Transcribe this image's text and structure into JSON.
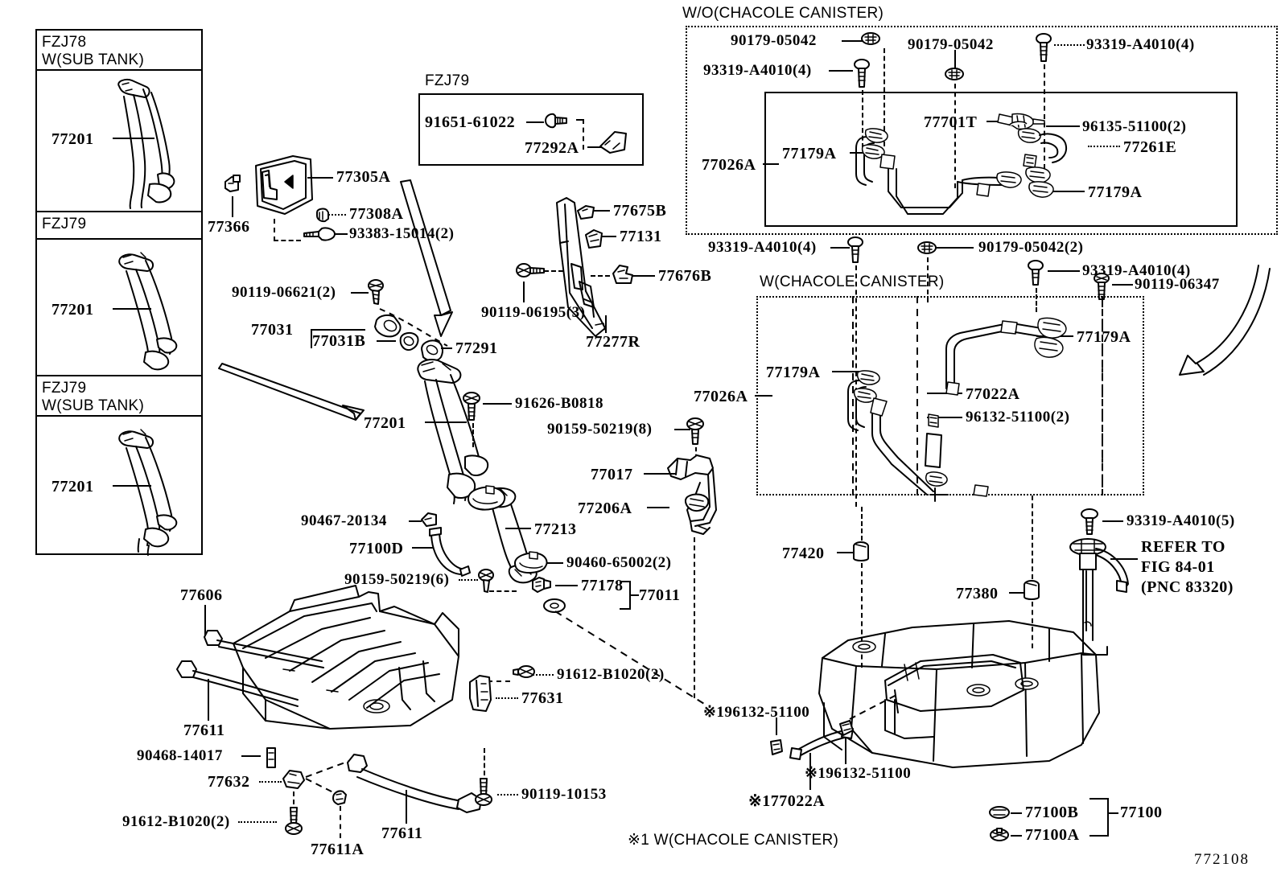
{
  "diagram": {
    "figure_number": "772108",
    "title_note": "※1 W(CHACOLE CANISTER)"
  },
  "left_panel": {
    "sections": [
      {
        "header": "FZJ78\nW(SUB TANK)",
        "part": "77201"
      },
      {
        "header": "FZJ79",
        "part": "77201"
      },
      {
        "header": "FZJ79\nW(SUB TANK)",
        "part": "77201"
      }
    ]
  },
  "fzj79_box": {
    "header": "FZJ79",
    "labels": [
      {
        "id": "l1",
        "text": "91651-61022"
      },
      {
        "id": "l2",
        "text": "77292A"
      }
    ]
  },
  "panel_wo_canister": {
    "header": "W/O(CHACOLE CANISTER)",
    "labels": [
      {
        "id": "p1",
        "text": "90179-05042"
      },
      {
        "id": "p2",
        "text": "93319-A4010(4)"
      },
      {
        "id": "p3",
        "text": "90179-05042"
      },
      {
        "id": "p4",
        "text": "93319-A4010(4)"
      },
      {
        "id": "p5",
        "text": "77701T"
      },
      {
        "id": "p6",
        "text": "96135-51100(2)"
      },
      {
        "id": "p7",
        "text": "77261E"
      },
      {
        "id": "p8",
        "text": "77026A"
      },
      {
        "id": "p9",
        "text": "77179A"
      },
      {
        "id": "p10",
        "text": "77179A"
      }
    ]
  },
  "panel_w_canister": {
    "header": "W(CHACOLE CANISTER)",
    "labels": [
      {
        "id": "q1",
        "text": "93319-A4010(4)"
      },
      {
        "id": "q2",
        "text": "90179-05042(2)"
      },
      {
        "id": "q3",
        "text": "93319-A4010(4)"
      },
      {
        "id": "q4",
        "text": "90119-06347"
      },
      {
        "id": "q5",
        "text": "77179A"
      },
      {
        "id": "q6",
        "text": "77179A"
      },
      {
        "id": "q7",
        "text": "77026A"
      },
      {
        "id": "q8",
        "text": "77022A"
      },
      {
        "id": "q9",
        "text": "96132-51100(2)"
      }
    ]
  },
  "center_labels": [
    {
      "id": "c01",
      "text": "77305A"
    },
    {
      "id": "c02",
      "text": "77308A"
    },
    {
      "id": "c03",
      "text": "93383-15014(2)"
    },
    {
      "id": "c04",
      "text": "77366"
    },
    {
      "id": "c05",
      "text": "90119-06621(2)"
    },
    {
      "id": "c06",
      "text": "77031"
    },
    {
      "id": "c07",
      "text": "77031B"
    },
    {
      "id": "c08",
      "text": "77291"
    },
    {
      "id": "c09",
      "text": "77675B"
    },
    {
      "id": "c10",
      "text": "77131"
    },
    {
      "id": "c11",
      "text": "77676B"
    },
    {
      "id": "c12",
      "text": "90119-06195(3)"
    },
    {
      "id": "c13",
      "text": "77277R"
    },
    {
      "id": "c14",
      "text": "77201"
    },
    {
      "id": "c15",
      "text": "91626-B0818"
    },
    {
      "id": "c16",
      "text": "90159-50219(8)"
    },
    {
      "id": "c17",
      "text": "77017"
    },
    {
      "id": "c18",
      "text": "77206A"
    },
    {
      "id": "c19",
      "text": "77213"
    },
    {
      "id": "c20",
      "text": "90467-20134"
    },
    {
      "id": "c21",
      "text": "77100D"
    },
    {
      "id": "c22",
      "text": "90159-50219(6)"
    },
    {
      "id": "c23",
      "text": "90460-65002(2)"
    },
    {
      "id": "c24",
      "text": "77178"
    },
    {
      "id": "c25",
      "text": "77011"
    }
  ],
  "tank_labels": [
    {
      "id": "t1",
      "text": "77420"
    },
    {
      "id": "t2",
      "text": "77380"
    },
    {
      "id": "t3",
      "text": "93319-A4010(5)"
    },
    {
      "id": "t4",
      "text": "REFER TO\nFIG 84-01\n(PNC 83320)"
    },
    {
      "id": "t5",
      "text": "※196132-51100"
    },
    {
      "id": "t6",
      "text": "※196132-51100"
    },
    {
      "id": "t7",
      "text": "※177022A"
    },
    {
      "id": "t8",
      "text": "77100B"
    },
    {
      "id": "t9",
      "text": "77100A"
    },
    {
      "id": "t10",
      "text": "77100"
    }
  ],
  "shield_labels": [
    {
      "id": "s1",
      "text": "77606"
    },
    {
      "id": "s2",
      "text": "77611"
    },
    {
      "id": "s3",
      "text": "90468-14017"
    },
    {
      "id": "s4",
      "text": "77632"
    },
    {
      "id": "s5",
      "text": "91612-B1020(2)"
    },
    {
      "id": "s6",
      "text": "77611A"
    },
    {
      "id": "s7",
      "text": "77611"
    },
    {
      "id": "s8",
      "text": "91612-B1020(2)"
    },
    {
      "id": "s9",
      "text": "77631"
    },
    {
      "id": "s10",
      "text": "90119-10153"
    }
  ]
}
